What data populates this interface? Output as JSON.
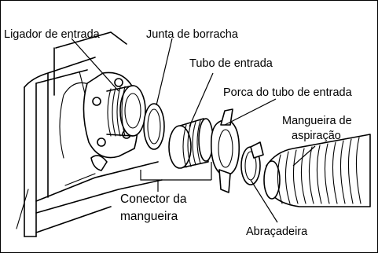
{
  "labels": {
    "inlet_connector": "Ligador de entrada",
    "rubber_gasket": "Junta de borracha",
    "inlet_tube": "Tubo de entrada",
    "inlet_tube_nut": "Porca do tubo de entrada",
    "suction_hose_line1": "Mangueira de",
    "suction_hose_line2": "aspiração",
    "hose_connector_line1": "Conector da",
    "hose_connector_line2": "mangueira",
    "hose_clamp": "Abraçadeira"
  }
}
